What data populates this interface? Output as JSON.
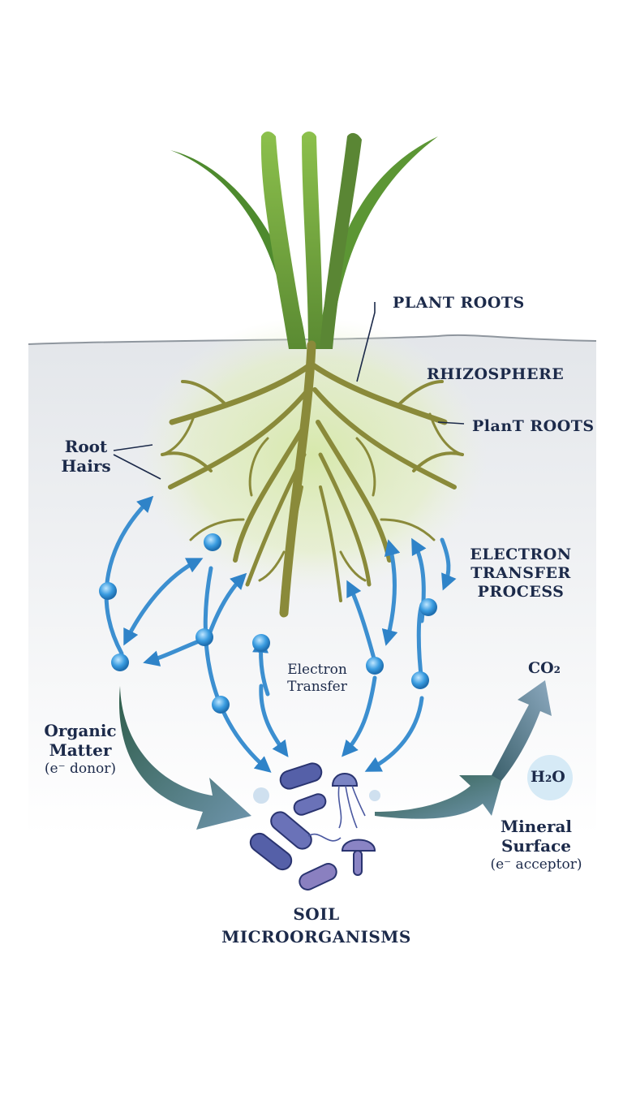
{
  "labels": {
    "plant_roots_top": "PLANT ROOTS",
    "rhizosphere": "RHIZOSPHERE",
    "plant_roots_side": "PlanT ROOTS",
    "root_hairs_1": "Root",
    "root_hairs_2": "Hairs",
    "electron_transfer_process_1": "ELECTRON",
    "electron_transfer_process_2": "TRANSFER",
    "electron_transfer_process_3": "PROCESS",
    "electron_transfer_1": "Electron",
    "electron_transfer_2": "Transfer",
    "co2": "CO₂",
    "h2o": "H₂O",
    "organic_matter_1": "Organic",
    "organic_matter_2": "Matter",
    "organic_matter_3": "(e⁻ donor)",
    "mineral_surface_1": "Mineral",
    "mineral_surface_2": "Surface",
    "mineral_surface_3": "(e⁻ acceptor)",
    "soil_micro_1": "SOIL",
    "soil_micro_2": "MICROORGANISMS"
  },
  "colors": {
    "text": "#1c2a4a",
    "leaf": "#6c9a3c",
    "root": "#8a8a3a",
    "arrow": "#3c8fd0",
    "electron": "#3a9ce0",
    "big_arrow": "#557890",
    "microbe": "#5560a8"
  }
}
